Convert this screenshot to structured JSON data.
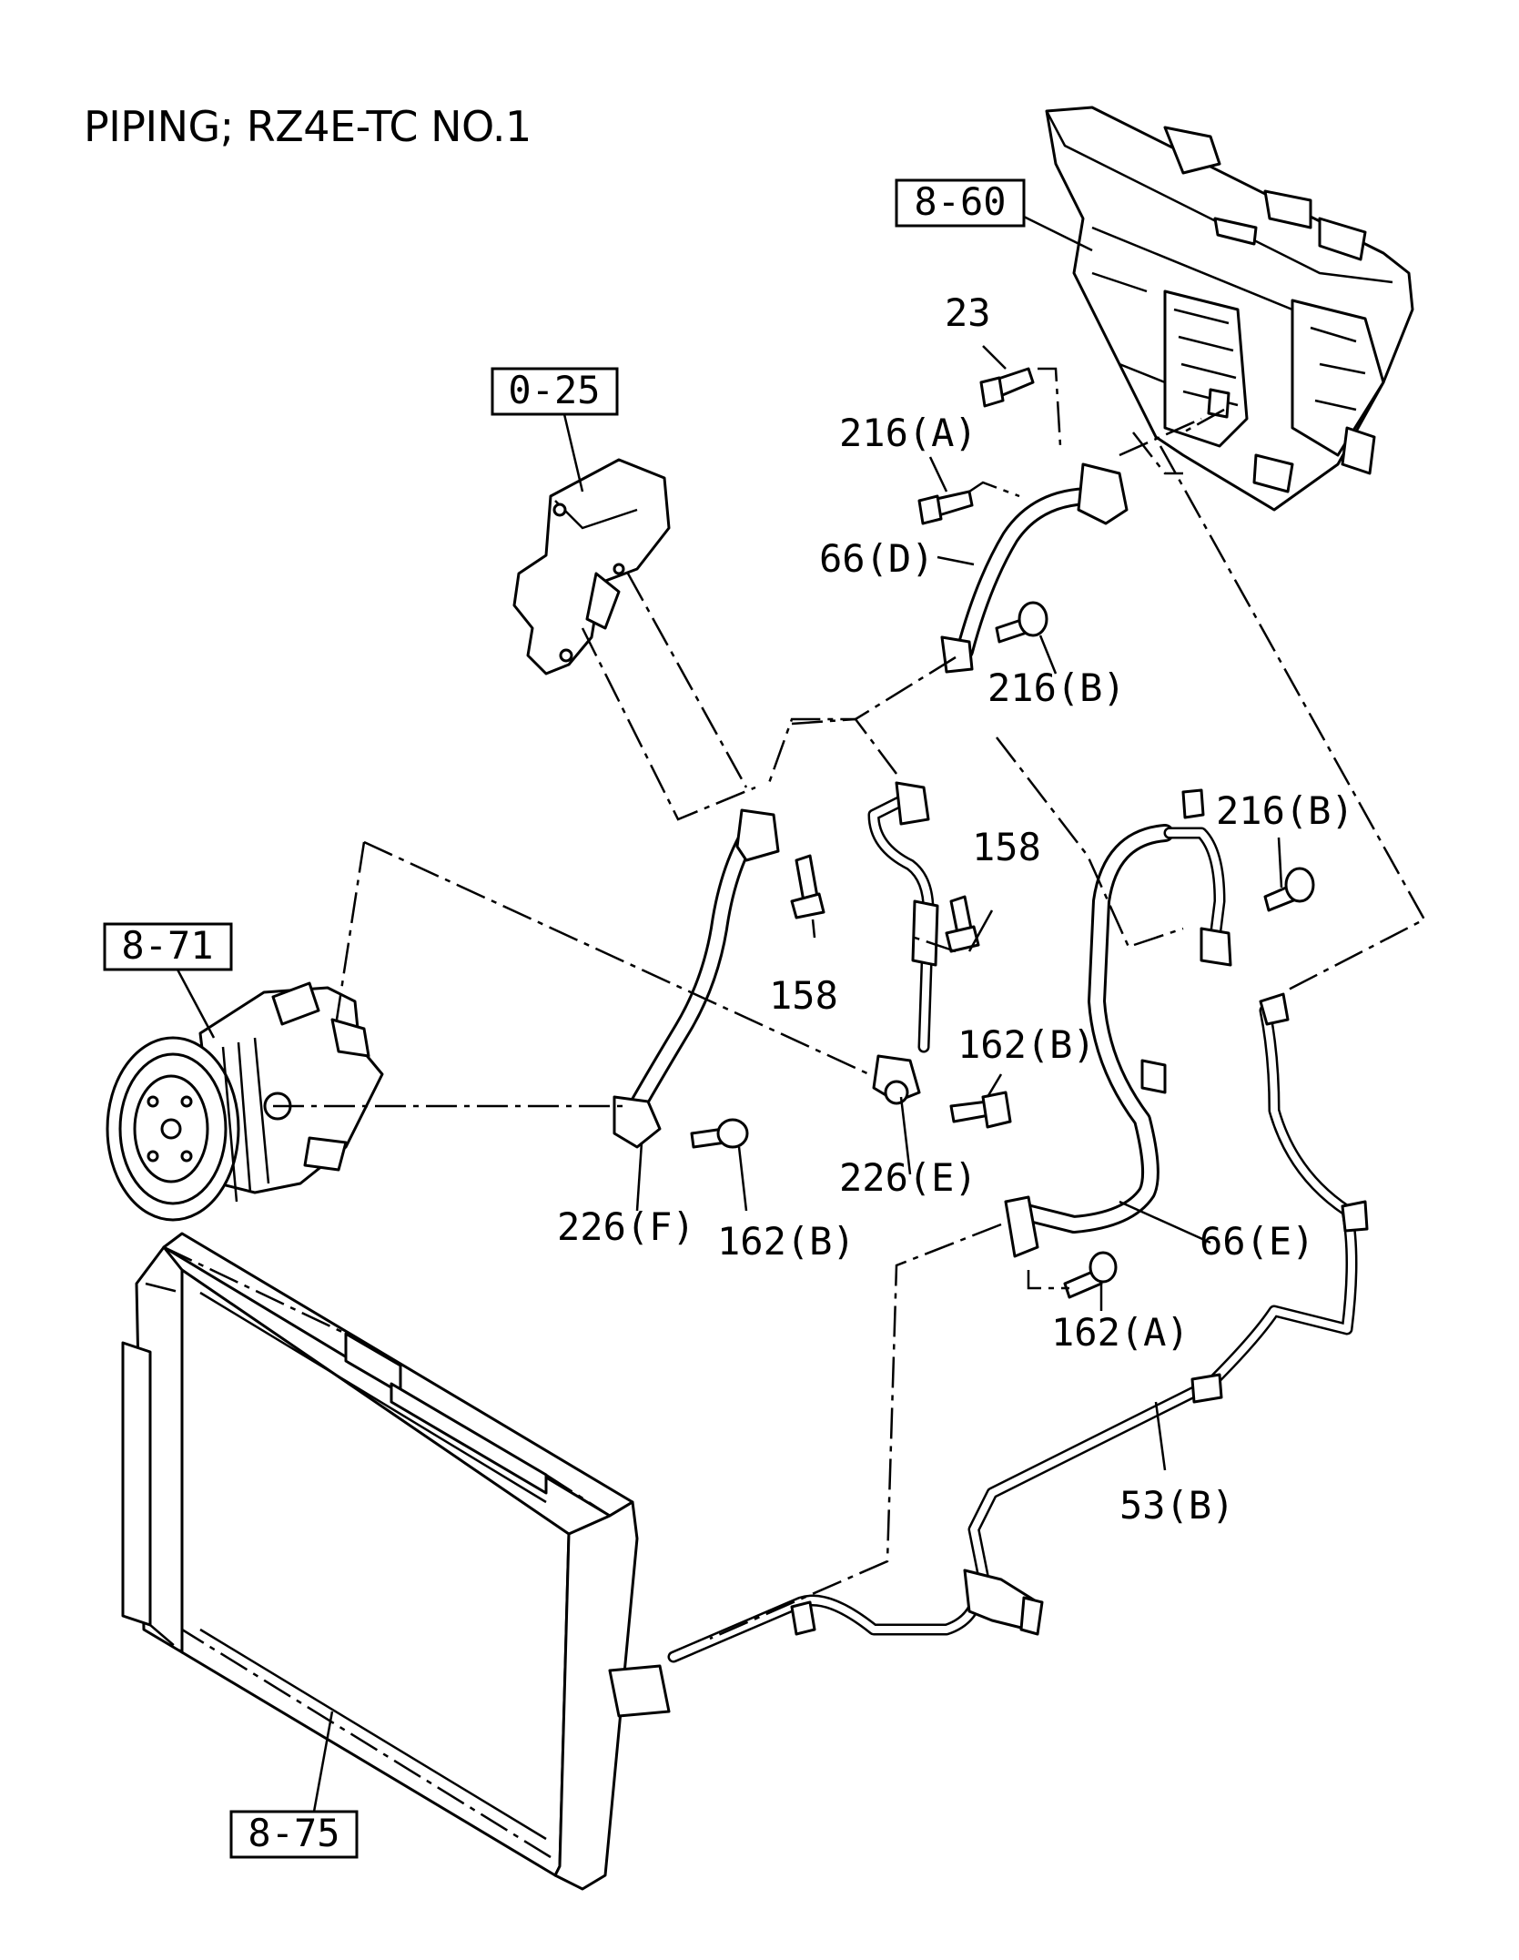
{
  "title": "PIPING; RZ4E-TC NO.1",
  "callouts": {
    "ref_8_60": "8-60",
    "ref_0_25": "0-25",
    "ref_8_71": "8-71",
    "ref_8_75": "8-75"
  },
  "labels": {
    "p23": "23",
    "p216a": "216(A)",
    "p66d": "66(D)",
    "p216b_upper": "216(B)",
    "p216b_right": "216(B)",
    "p158_right": "158",
    "p158_left": "158",
    "p162b_right": "162(B)",
    "p226e": "226(E)",
    "p226f": "226(F)",
    "p162b_lower": "162(B)",
    "p66e": "66(E)",
    "p162a": "162(A)",
    "p53b": "53(B)"
  },
  "colors": {
    "ink": "#000000",
    "paper": "#ffffff"
  }
}
